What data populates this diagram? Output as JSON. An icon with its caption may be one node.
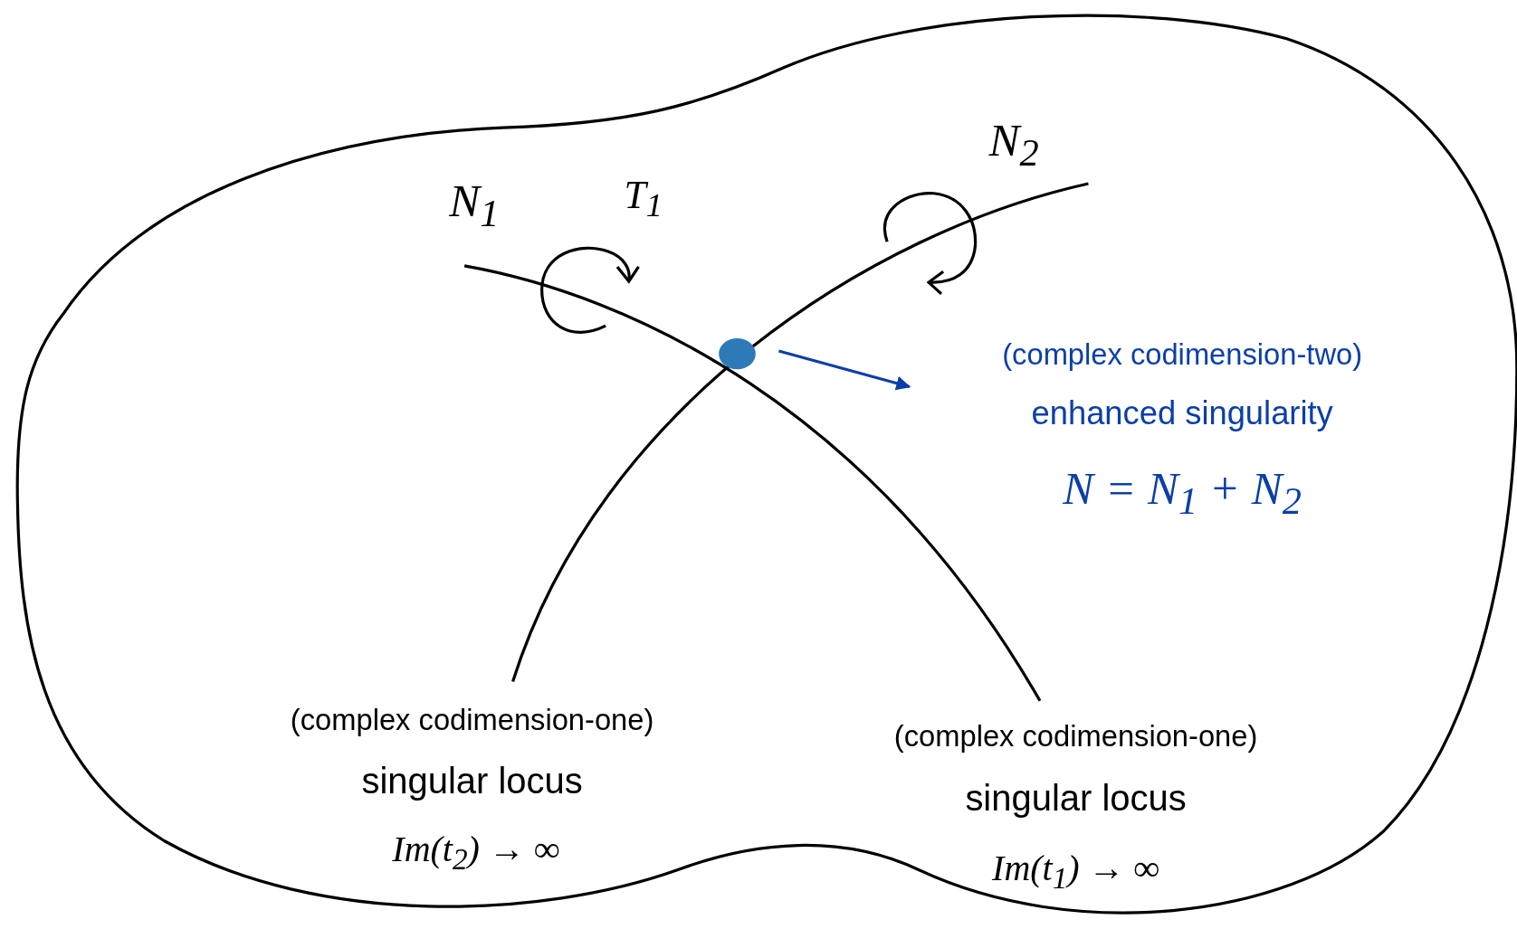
{
  "diagram": {
    "nodes": [
      {
        "text": [],
        "shape": "circle"
      },
      {
        "text": [
          "(complex codimension-two)",
          "enhanced singularity",
          "N = N$_{1}$ + N$_{2}$"
        ]
      }
    ],
    "edges": [
      {
        "from": 0,
        "to": 1,
        "arrow": "to",
        "color": "#0b3fa8"
      }
    ],
    "labels": [
      "N$_{1}$",
      "T$_{1}$",
      "N$_{2}$",
      "(complex codimension-one)",
      "singular locus",
      "Im(t$_{2}$) → ∞",
      "(complex codimension-one)",
      "singular locus",
      "Im(t$_{1}$) → ∞"
    ]
  }
}
